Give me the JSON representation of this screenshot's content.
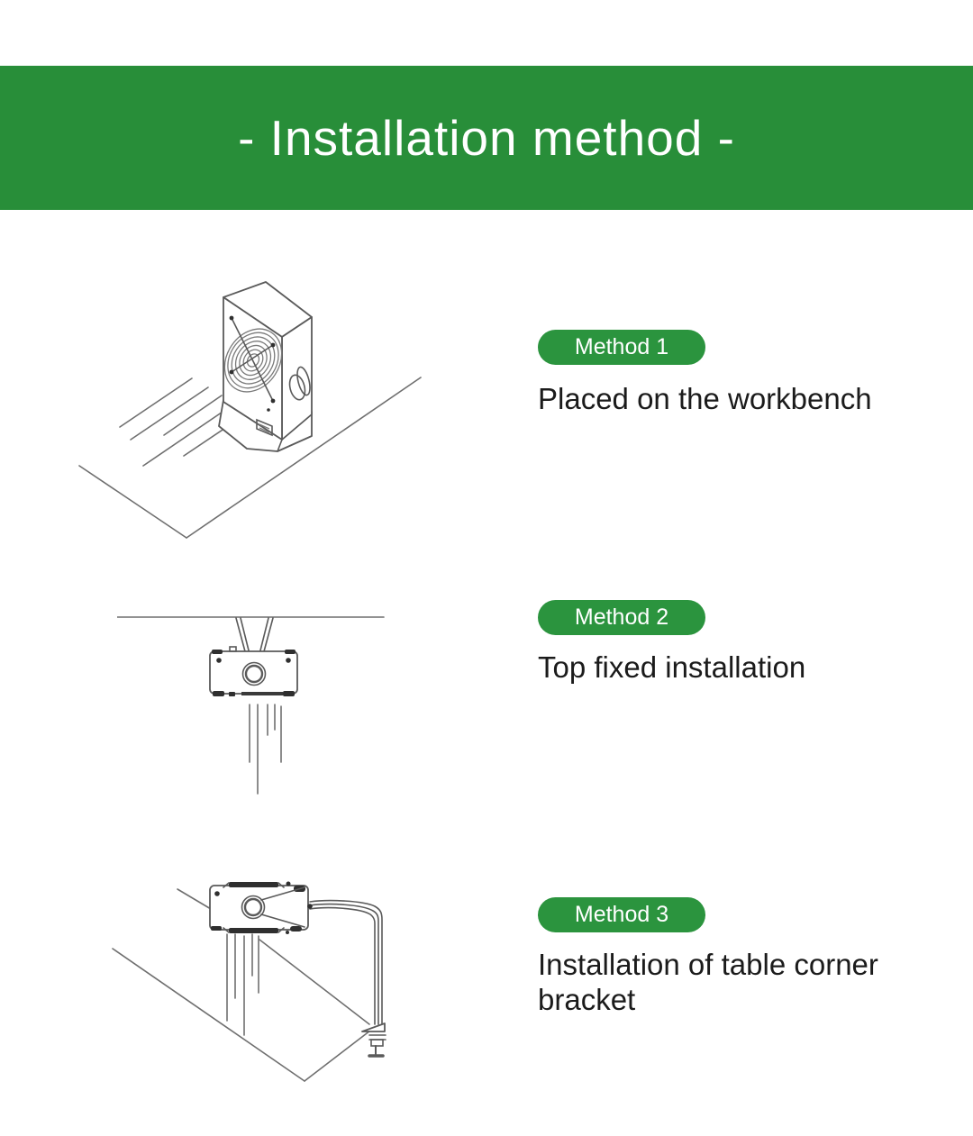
{
  "banner": {
    "title": "- Installation method -",
    "bg_color": "#288e39",
    "text_color": "#ffffff"
  },
  "methods": [
    {
      "badge": "Method 1",
      "description": "Placed on the workbench",
      "illustration": "ionizer-fan-standing-on-workbench"
    },
    {
      "badge": "Method 2",
      "description": "Top fixed installation",
      "illustration": "ionizer-fan-hanging-from-ceiling-with-airflow"
    },
    {
      "badge": "Method 3",
      "description": "Installation of table corner bracket",
      "illustration": "ionizer-fan-on-clamp-arm-at-table-corner"
    }
  ],
  "colors": {
    "badge_bg": "#2b943e",
    "body_text": "#1b1b1b",
    "line_art": "#6f6f6f"
  }
}
